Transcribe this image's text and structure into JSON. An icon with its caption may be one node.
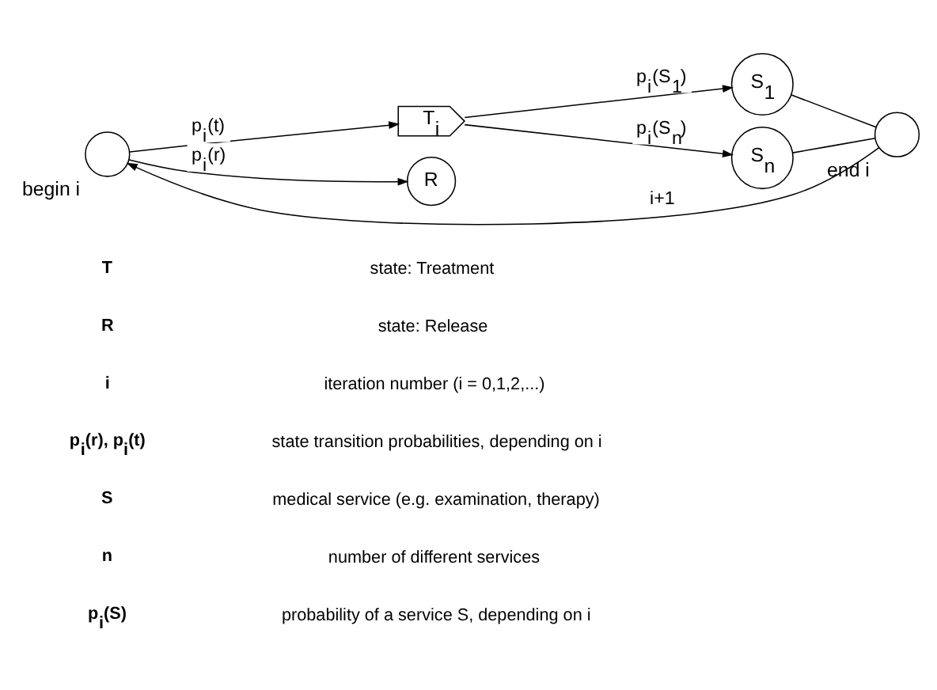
{
  "diagram": {
    "nodes": [
      {
        "text": [],
        "shape": "drop",
        "beside": [
          "begin i"
        ]
      },
      {
        "text": [
          "T$_{i}$"
        ]
      },
      {
        "text": [
          "R"
        ]
      },
      {
        "text": [
          "S$_{1}$"
        ]
      },
      {
        "text": [
          "S$_{n}$"
        ]
      },
      {
        "text": [],
        "shape": "drop",
        "beside": [
          "end i"
        ]
      }
    ],
    "edges": [
      {
        "from": 0,
        "to": 1,
        "arrow": "to",
        "label": "p$_{i}$(t)"
      },
      {
        "from": 0,
        "to": 2,
        "arrow": "to",
        "label": "p$_{i}$(r)"
      },
      {
        "from": 1,
        "to": 3,
        "arrow": "to",
        "label": "p$_{i}$(S$_{1}$)"
      },
      {
        "from": 1,
        "to": 4,
        "arrow": "to",
        "label": "p$_{i}$(S$_{n}$)"
      },
      {
        "from": 3,
        "to": 5,
        "arrow": "none"
      },
      {
        "from": 4,
        "to": 5,
        "arrow": "none"
      },
      {
        "from": 5,
        "to": 0,
        "arrow": "to",
        "label": "i+1"
      }
    ],
    "labels": [
      "T",
      "state: Treatment",
      "R",
      "state: Release",
      "i",
      "iteration number (i = 0,1,2,...)",
      "p$_{i}$(r), p$_{i}$(t)",
      "state transition probabilities, depending on i",
      "S",
      "medical service (e.g. examination, therapy)",
      "n",
      "number of different services",
      "p$_{i}$(S)",
      "probability of a service S, depending on i"
    ]
  }
}
